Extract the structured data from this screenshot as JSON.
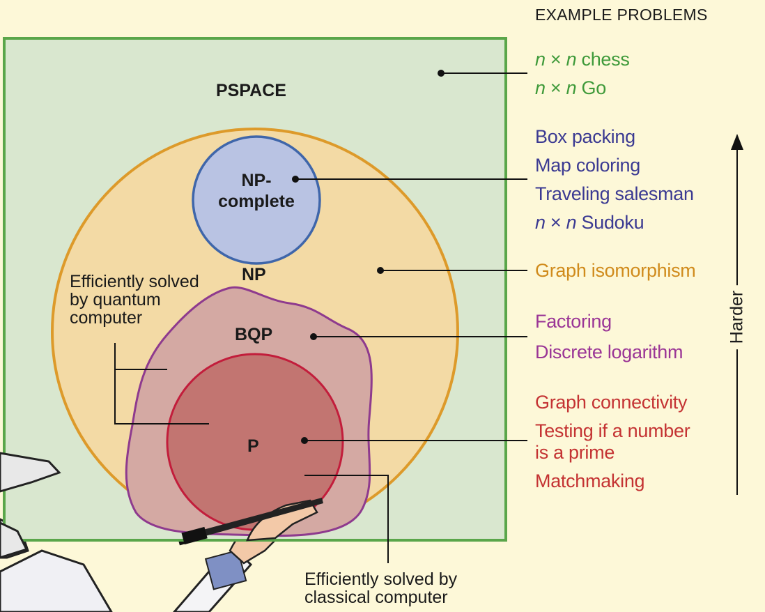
{
  "heading": "EXAMPLE PROBLEMS",
  "classes": {
    "pspace": "PSPACE",
    "np_complete_line1": "NP-",
    "np_complete_line2": "complete",
    "np": "NP",
    "bqp": "BQP",
    "p": "P"
  },
  "notes": {
    "quantum": "Efficiently solved by quantum computer",
    "classical": "Efficiently solved by classical computer"
  },
  "axis_label": "Harder",
  "examples": {
    "pspace": {
      "color": "#3f9a3a",
      "items": [
        {
          "pre": "n",
          "op": " × ",
          "var": "n",
          "rest": " chess"
        },
        {
          "pre": "n",
          "op": " × ",
          "var": "n",
          "rest": " Go"
        }
      ]
    },
    "np_complete": {
      "color": "#3b3a92",
      "items": [
        "Box packing",
        "Map coloring",
        "Traveling salesman"
      ],
      "sudoku": {
        "pre": "n",
        "op": " × ",
        "var": "n",
        "rest": " Sudoku"
      }
    },
    "np": {
      "color": "#d08b1c",
      "items": [
        "Graph isomorphism"
      ]
    },
    "bqp": {
      "color": "#9a3596",
      "items": [
        "Factoring",
        "Discrete logarithm"
      ]
    },
    "p": {
      "color": "#c43333",
      "items": [
        "Graph connectivity",
        "Testing if a number",
        "is a prime",
        "Matchmaking"
      ]
    }
  },
  "colors": {
    "background": "#fdf8d8",
    "pspace_fill": "#d9e7cf",
    "pspace_border": "#5aa64a",
    "np_fill": "#f3daa5",
    "np_border": "#dd9a2a",
    "np_complete_fill": "#b9c3e3",
    "np_complete_border": "#3f66aa",
    "bqp_fill": "#d4a9a3",
    "bqp_border": "#8e3a8e",
    "p_fill": "#c27571",
    "p_border": "#c21d3b"
  }
}
